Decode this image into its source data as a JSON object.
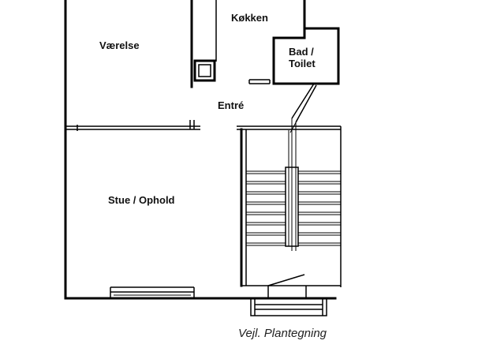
{
  "rooms": {
    "vaerelse": "Værelse",
    "kokken": "Køkken",
    "bad_line1": "Bad /",
    "bad_line2": "Toilet",
    "entre": "Entré",
    "stue": "Stue / Ophold"
  },
  "caption": "Vejl. Plantegning",
  "stair_steps": 8,
  "colors": {
    "line": "#000000",
    "background": "#ffffff",
    "text": "#111111"
  }
}
